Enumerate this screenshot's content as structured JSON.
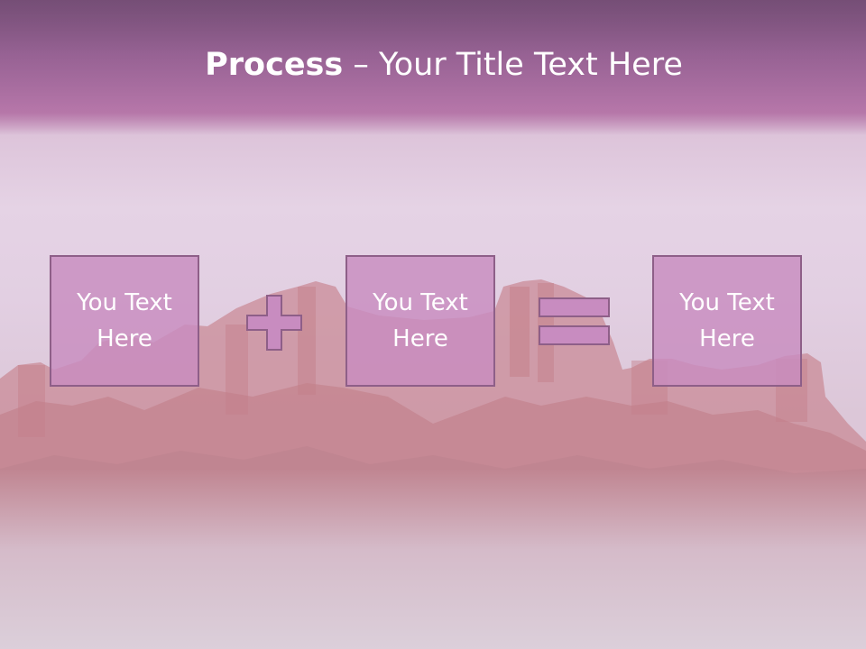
{
  "slide": {
    "title": {
      "bold": "Process",
      "rest": " – Your Title Text Here"
    },
    "process": {
      "boxes": [
        {
          "label": "You Text\nHere"
        },
        {
          "label": "You Text\nHere"
        },
        {
          "label": "You Text\nHere"
        }
      ],
      "operators": [
        "plus-icon",
        "equals-icon"
      ]
    },
    "colors": {
      "header": "#a56ea2",
      "box_fill": "#c88cc0",
      "box_border": "#8e5f88",
      "text": "#ffffff"
    }
  }
}
